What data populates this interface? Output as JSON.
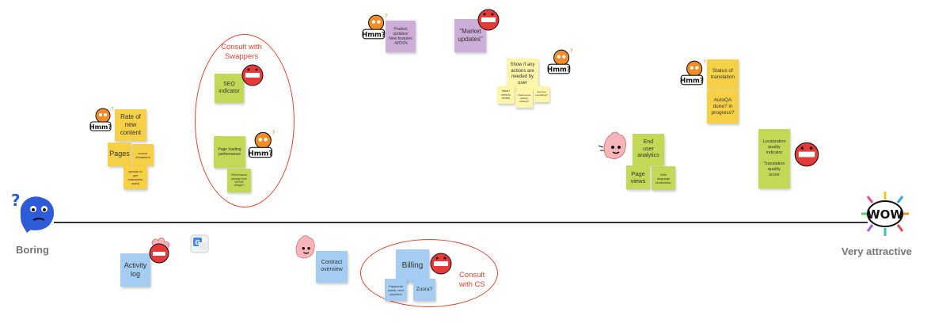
{
  "axis": {
    "left_label": "Boring",
    "right_label": "Very attractive"
  },
  "circle_labels": {
    "swappers": "Consult with\nSwappers",
    "cs": "Consult\nwith CS"
  },
  "notes": {
    "rate_new_content": "Rate of\nnew\ncontent",
    "pages": "Pages",
    "source_characters": "source\ncharacters",
    "similar_characters": "(similar to\nget\ncharacters\nused)",
    "seo_indicator": "SEO\nindicator",
    "page_loading": "Page loading\nperformance",
    "performance_penalty": "Performance\npenalty from\nWOVN\nWidget?",
    "product_updates": "Product\nupdates/\nNew features\n-WOVN",
    "market_updates": "\"Market\nupdates\"",
    "show_actions": "Show if any\nactions are\nneeded by\nuser",
    "what_need_review": "What I\nneed to\nreview",
    "check_settings": "Check some\nsetting/\nsettings?",
    "approve_something": "Approve\nsomething?",
    "status_translation": "Status of\ntranslation",
    "autoqa": "AutoQA\ndone? in\nprogress?",
    "end_user_analytics": "End\nuser\nanalytics",
    "page_views": "Page\nviews",
    "with_language": "With\nlanguage\nbreakdown",
    "localization_quality": "Localization\nquality\nindicator\n\nTranslation\nquality\nscore",
    "activity_log": "Activity\nlog",
    "contract_overview": "Contract\noverview",
    "billing": "Billing",
    "payments_made": "Payments\nmade, next\npayment",
    "zuora": "Zuora?"
  },
  "stickers": {
    "hmm_text": "Hmm?",
    "wow_text": "WOW"
  },
  "colors": {
    "yellow": "#f6d046",
    "lightyellow": "#fdf5a8",
    "green": "#c2d957",
    "purple": "#cdaed9",
    "blue": "#a5cdf1",
    "red_accent": "#e0432f",
    "axis": "#333333"
  }
}
